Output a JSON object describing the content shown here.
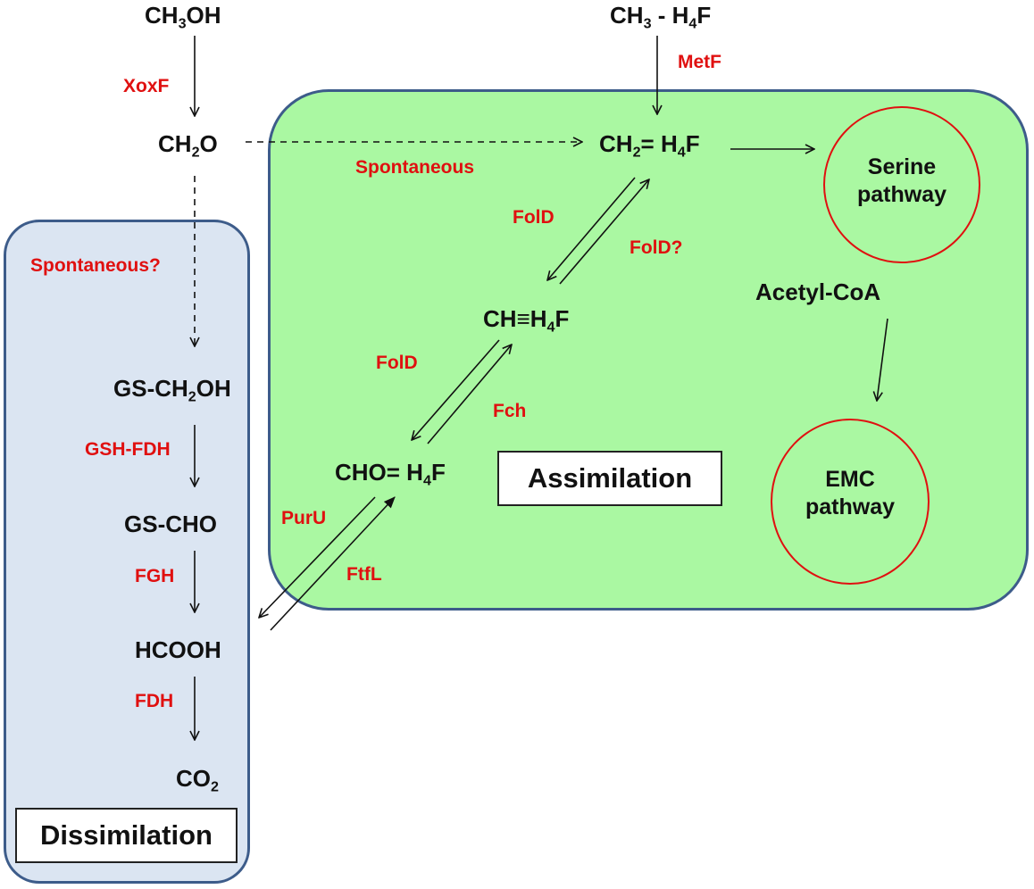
{
  "regions": {
    "assimilation": {
      "label": "Assimilation",
      "fill": "#aaf8a2",
      "border": "#3d5c8a"
    },
    "dissimilation": {
      "label": "Dissimilation",
      "fill": "#dbe5f2",
      "border": "#3d5c8a"
    }
  },
  "pathways": {
    "serine": {
      "line1": "Serine",
      "line2": "pathway",
      "circle_color": "#e01010"
    },
    "emc": {
      "line1": "EMC",
      "line2": "pathway",
      "circle_color": "#e01010"
    }
  },
  "compounds": {
    "methanol": {
      "pre": "CH",
      "sub": "3",
      "post": "OH"
    },
    "methyl_h4f": {
      "pre": "CH",
      "sub": "3",
      "mid": " - H",
      "sub2": "4",
      "post": "F"
    },
    "formaldehyde": {
      "pre": "CH",
      "sub": "2",
      "post": "O"
    },
    "methylene_h4f": {
      "pre": "CH",
      "sub": "2",
      "mid": "= H",
      "sub2": "4",
      "post": "F"
    },
    "methenyl_h4f": {
      "pre": "CH≡H",
      "sub": "4",
      "post": "F"
    },
    "formyl_h4f": {
      "pre": "CHO= H",
      "sub": "4",
      "post": "F"
    },
    "gs_ch2oh": {
      "pre": "GS-CH",
      "sub": "2",
      "post": "OH"
    },
    "gs_cho": {
      "text": "GS-CHO"
    },
    "formate": {
      "text": "HCOOH"
    },
    "co2": {
      "pre": "CO",
      "sub": "2"
    },
    "acetyl_coa": {
      "text": "Acetyl-CoA"
    }
  },
  "enzymes": {
    "xoxf": "XoxF",
    "metf": "MetF",
    "spontaneous": "Spontaneous",
    "spontaneous_q": "Spontaneous?",
    "fold_1": "FolD",
    "fold_q": "FolD?",
    "fold_2": "FolD",
    "fch": "Fch",
    "puru": "PurU",
    "ftfl": "FtfL",
    "gsh_fdh": "GSH-FDH",
    "fgh": "FGH",
    "fdh": "FDH"
  },
  "colors": {
    "enzyme": "#e01010",
    "compound": "#111111",
    "arrow": "#111111"
  }
}
